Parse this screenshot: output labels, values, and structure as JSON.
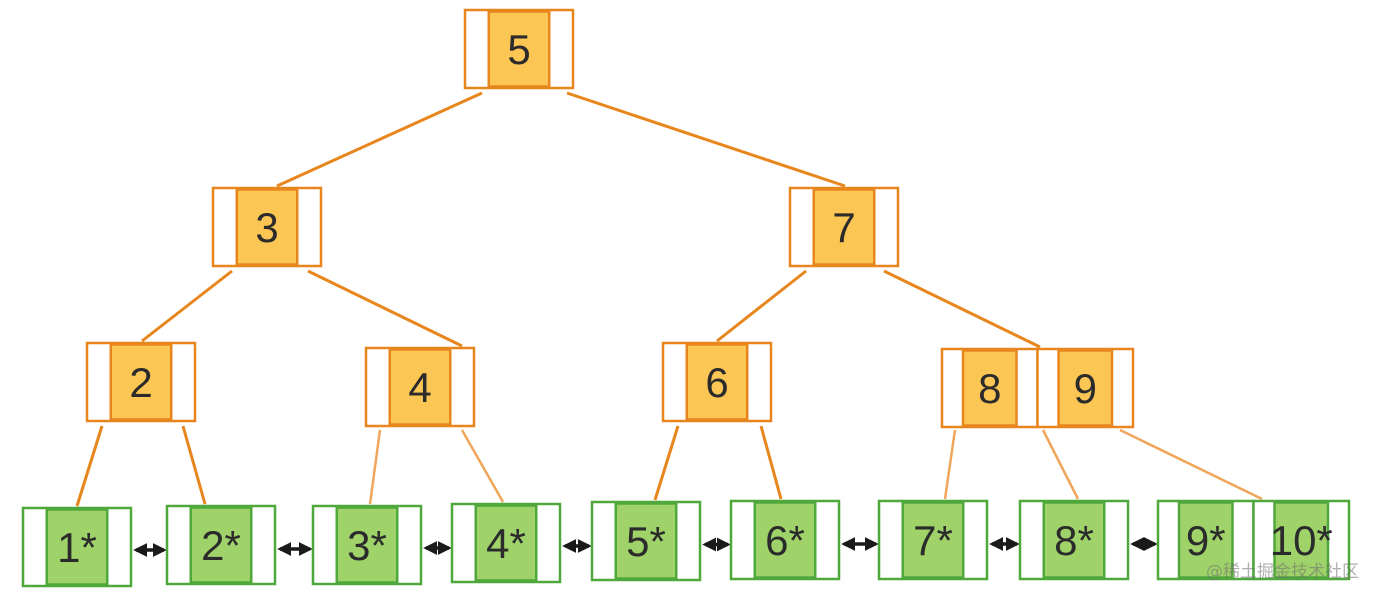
{
  "colors": {
    "internal_border": "#e8861e",
    "internal_fill": "#fcc655",
    "leaf_border": "#4fa83b",
    "leaf_fill": "#9fd36a",
    "arrow": "#1a1a1a",
    "text": "#2b2b2b"
  },
  "internal_nodes": [
    {
      "id": "n5",
      "keys": [
        "5"
      ]
    },
    {
      "id": "n3",
      "keys": [
        "3"
      ]
    },
    {
      "id": "n7",
      "keys": [
        "7"
      ]
    },
    {
      "id": "n2",
      "keys": [
        "2"
      ]
    },
    {
      "id": "n4",
      "keys": [
        "4"
      ]
    },
    {
      "id": "n6",
      "keys": [
        "6"
      ]
    },
    {
      "id": "n89",
      "keys": [
        "8",
        "9"
      ]
    }
  ],
  "leaf_nodes": [
    {
      "id": "l1",
      "keys": [
        "1*"
      ]
    },
    {
      "id": "l2",
      "keys": [
        "2*"
      ]
    },
    {
      "id": "l3",
      "keys": [
        "3*"
      ]
    },
    {
      "id": "l4",
      "keys": [
        "4*"
      ]
    },
    {
      "id": "l5",
      "keys": [
        "5*"
      ]
    },
    {
      "id": "l6",
      "keys": [
        "6*"
      ]
    },
    {
      "id": "l7",
      "keys": [
        "7*"
      ]
    },
    {
      "id": "l8",
      "keys": [
        "8*"
      ]
    },
    {
      "id": "l910",
      "keys": [
        "9*",
        "10*"
      ]
    }
  ],
  "edges": [
    [
      "n5",
      "n3"
    ],
    [
      "n5",
      "n7"
    ],
    [
      "n3",
      "n2"
    ],
    [
      "n3",
      "n4"
    ],
    [
      "n7",
      "n6"
    ],
    [
      "n7",
      "n89"
    ],
    [
      "n2",
      "l1"
    ],
    [
      "n2",
      "l2"
    ],
    [
      "n4",
      "l3"
    ],
    [
      "n4",
      "l4"
    ],
    [
      "n6",
      "l5"
    ],
    [
      "n6",
      "l6"
    ],
    [
      "n89",
      "l7"
    ],
    [
      "n89",
      "l8"
    ],
    [
      "n89",
      "l910"
    ]
  ],
  "leaf_links": [
    [
      "l1",
      "l2"
    ],
    [
      "l2",
      "l3"
    ],
    [
      "l3",
      "l4"
    ],
    [
      "l4",
      "l5"
    ],
    [
      "l5",
      "l6"
    ],
    [
      "l6",
      "l7"
    ],
    [
      "l7",
      "l8"
    ],
    [
      "l8",
      "l910"
    ]
  ],
  "watermark": "@稀土掘金技术社区"
}
